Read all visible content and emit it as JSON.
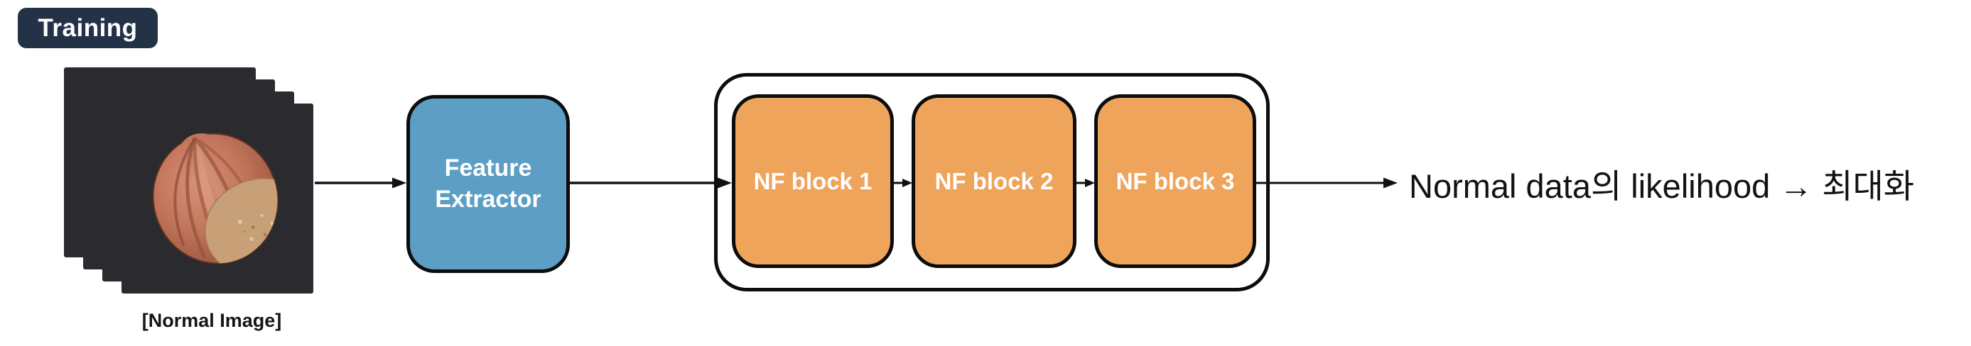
{
  "badge": {
    "label": "Training"
  },
  "pipeline": {
    "input": {
      "caption": "[Normal Image]",
      "image_alt": "hazelnut photo on dark background",
      "stack_count": 4
    },
    "feature_extractor": {
      "label": "Feature Extractor"
    },
    "nf_blocks": [
      {
        "label": "NF block 1"
      },
      {
        "label": "NF block 2"
      },
      {
        "label": "NF block 3"
      }
    ],
    "output": {
      "label": "Normal data의 likelihood → 최대화"
    }
  },
  "colors": {
    "badge_bg": "#243248",
    "feature_extractor_fill": "#5D9EC4",
    "nf_block_fill": "#EFA45C",
    "image_bg": "#2B2A2E",
    "arrow": "#111111",
    "container_bg": "#ffffff"
  }
}
